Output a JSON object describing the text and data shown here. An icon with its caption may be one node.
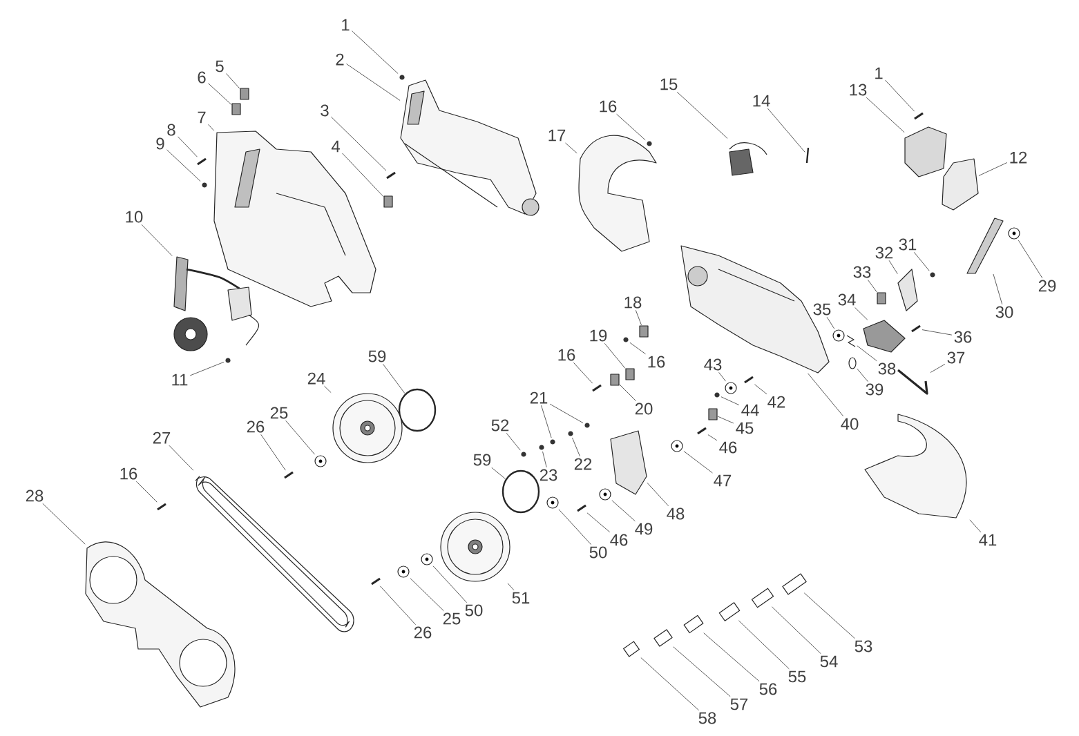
{
  "diagram": {
    "nodes": [
      {
        "text": [
          "1"
        ]
      },
      {
        "text": [
          "2"
        ]
      },
      {
        "text": [
          "5"
        ]
      },
      {
        "text": [
          "1"
        ]
      },
      {
        "text": [
          "6"
        ]
      },
      {
        "text": [
          "15"
        ]
      },
      {
        "text": [
          "13"
        ]
      },
      {
        "text": [
          "14"
        ]
      },
      {
        "text": [
          "16"
        ]
      },
      {
        "text": [
          "3"
        ]
      },
      {
        "text": [
          "7"
        ]
      },
      {
        "text": [
          "8"
        ]
      },
      {
        "text": [
          "17"
        ]
      },
      {
        "text": [
          "9"
        ]
      },
      {
        "text": [
          "4"
        ]
      },
      {
        "text": [
          "12"
        ]
      },
      {
        "text": [
          "10"
        ]
      },
      {
        "text": [
          "31"
        ]
      },
      {
        "text": [
          "32"
        ]
      },
      {
        "text": [
          "33"
        ]
      },
      {
        "text": [
          "29"
        ]
      },
      {
        "text": [
          "34"
        ]
      },
      {
        "text": [
          "18"
        ]
      },
      {
        "text": [
          "35"
        ]
      },
      {
        "text": [
          "30"
        ]
      },
      {
        "text": [
          "19"
        ]
      },
      {
        "text": [
          "36"
        ]
      },
      {
        "text": [
          "16"
        ]
      },
      {
        "text": [
          "59"
        ]
      },
      {
        "text": [
          "16"
        ]
      },
      {
        "text": [
          "37"
        ]
      },
      {
        "text": [
          "43"
        ]
      },
      {
        "text": [
          "38"
        ]
      },
      {
        "text": [
          "24"
        ]
      },
      {
        "text": [
          "11"
        ]
      },
      {
        "text": [
          "39"
        ]
      },
      {
        "text": [
          "21"
        ]
      },
      {
        "text": [
          "42"
        ]
      },
      {
        "text": [
          "20"
        ]
      },
      {
        "text": [
          "44"
        ]
      },
      {
        "text": [
          "25"
        ]
      },
      {
        "text": [
          "40"
        ]
      },
      {
        "text": [
          "52"
        ]
      },
      {
        "text": [
          "26"
        ]
      },
      {
        "text": [
          "45"
        ]
      },
      {
        "text": [
          "27"
        ]
      },
      {
        "text": [
          "46"
        ]
      },
      {
        "text": [
          "59"
        ]
      },
      {
        "text": [
          "22"
        ]
      },
      {
        "text": [
          "16"
        ]
      },
      {
        "text": [
          "23"
        ]
      },
      {
        "text": [
          "47"
        ]
      },
      {
        "text": [
          "28"
        ]
      },
      {
        "text": [
          "48"
        ]
      },
      {
        "text": [
          "49"
        ]
      },
      {
        "text": [
          "46"
        ]
      },
      {
        "text": [
          "41"
        ]
      },
      {
        "text": [
          "50"
        ]
      },
      {
        "text": [
          "51"
        ]
      },
      {
        "text": [
          "50"
        ]
      },
      {
        "text": [
          "25"
        ]
      },
      {
        "text": [
          "26"
        ]
      },
      {
        "text": [
          "53"
        ]
      },
      {
        "text": [
          "54"
        ]
      },
      {
        "text": [
          "55"
        ]
      },
      {
        "text": [
          "56"
        ]
      },
      {
        "text": [
          "57"
        ]
      },
      {
        "text": [
          "58"
        ]
      },
      {
        "text": [],
        "shape": "picture"
      },
      {
        "text": [],
        "shape": "picture"
      },
      {
        "text": [],
        "shape": "box"
      },
      {
        "text": [],
        "shape": "picture"
      },
      {
        "text": [],
        "shape": "box"
      },
      {
        "text": [],
        "shape": "picture"
      },
      {
        "text": [],
        "shape": "picture"
      },
      {
        "text": [],
        "shape": "picture"
      },
      {
        "text": [],
        "shape": "picture"
      },
      {
        "text": [],
        "shape": "picture"
      },
      {
        "text": [],
        "shape": "picture"
      },
      {
        "text": [],
        "shape": "picture"
      },
      {
        "text": [],
        "shape": "picture"
      },
      {
        "text": [],
        "shape": "picture"
      },
      {
        "text": [],
        "shape": "box"
      },
      {
        "text": [],
        "shape": "picture"
      },
      {
        "text": [],
        "shape": "picture"
      },
      {
        "text": [],
        "shape": "picture"
      },
      {
        "text": [],
        "shape": "picture"
      },
      {
        "text": [],
        "shape": "box"
      },
      {
        "text": [],
        "shape": "picture"
      },
      {
        "text": [],
        "shape": "picture"
      },
      {
        "text": [],
        "shape": "box"
      },
      {
        "text": [],
        "shape": "picture"
      },
      {
        "text": [],
        "shape": "picture"
      },
      {
        "text": [],
        "shape": "box"
      },
      {
        "text": [],
        "shape": "picture"
      },
      {
        "text": [],
        "shape": "picture"
      },
      {
        "text": [],
        "shape": "circle"
      },
      {
        "text": [],
        "shape": "picture"
      },
      {
        "text": [],
        "shape": "picture"
      },
      {
        "text": [],
        "shape": "picture"
      },
      {
        "text": [],
        "shape": "picture"
      },
      {
        "text": [],
        "shape": "picture"
      },
      {
        "text": [],
        "shape": "picture"
      },
      {
        "text": [],
        "shape": "picture"
      },
      {
        "text": [],
        "shape": "picture"
      },
      {
        "text": [],
        "shape": "picture"
      },
      {
        "text": [],
        "shape": "picture"
      },
      {
        "text": [],
        "shape": "box"
      },
      {
        "text": [],
        "shape": "picture"
      },
      {
        "text": [],
        "shape": "picture"
      },
      {
        "text": [],
        "shape": "picture"
      },
      {
        "text": [],
        "shape": "picture"
      },
      {
        "text": [],
        "shape": "box"
      },
      {
        "text": [],
        "shape": "picture"
      },
      {
        "text": [],
        "shape": "picture"
      },
      {
        "text": [],
        "shape": "circle"
      },
      {
        "text": [],
        "shape": "picture"
      },
      {
        "text": [],
        "shape": "picture"
      },
      {
        "text": [],
        "shape": "picture"
      },
      {
        "text": [],
        "shape": "picture"
      },
      {
        "text": [],
        "shape": "picture"
      },
      {
        "text": [],
        "shape": "picture"
      },
      {
        "text": [],
        "shape": "picture"
      },
      {
        "text": [],
        "shape": "picture"
      },
      {
        "text": [],
        "shape": "picture"
      },
      {
        "text": [],
        "shape": "picture"
      },
      {
        "text": [],
        "shape": "picture"
      },
      {
        "text": [],
        "shape": "picture"
      },
      {
        "text": [],
        "shape": "picture"
      },
      {
        "text": [],
        "shape": "picture"
      },
      {
        "text": [],
        "shape": "picture"
      },
      {
        "text": [],
        "shape": "picture"
      },
      {
        "text": [],
        "shape": "picture"
      },
      {
        "text": [],
        "shape": "picture"
      },
      {
        "text": [],
        "shape": "picture"
      },
      {
        "text": [],
        "shape": "picture"
      },
      {
        "text": [],
        "shape": "picture"
      }
    ],
    "edges": [
      {
        "from": 0,
        "to": 68,
        "arrow": "none"
      },
      {
        "from": 1,
        "to": 69,
        "arrow": "none"
      },
      {
        "from": 2,
        "to": 70,
        "arrow": "none"
      },
      {
        "from": 3,
        "to": 71,
        "arrow": "none"
      },
      {
        "from": 4,
        "to": 72,
        "arrow": "none"
      },
      {
        "from": 5,
        "to": 73,
        "arrow": "none"
      },
      {
        "from": 6,
        "to": 74,
        "arrow": "none"
      },
      {
        "from": 7,
        "to": 75,
        "arrow": "none"
      },
      {
        "from": 8,
        "to": 76,
        "arrow": "none"
      },
      {
        "from": 9,
        "to": 77,
        "arrow": "none"
      },
      {
        "from": 10,
        "to": 78,
        "arrow": "none"
      },
      {
        "from": 11,
        "to": 79,
        "arrow": "none"
      },
      {
        "from": 12,
        "to": 80,
        "arrow": "none"
      },
      {
        "from": 13,
        "to": 81,
        "arrow": "none"
      },
      {
        "from": 14,
        "to": 82,
        "arrow": "none"
      },
      {
        "from": 15,
        "to": 83,
        "arrow": "none"
      },
      {
        "from": 16,
        "to": 84,
        "arrow": "none"
      },
      {
        "from": 17,
        "to": 85,
        "arrow": "none"
      },
      {
        "from": 18,
        "to": 86,
        "arrow": "none"
      },
      {
        "from": 19,
        "to": 87,
        "arrow": "none"
      },
      {
        "from": 20,
        "to": 88,
        "arrow": "none"
      },
      {
        "from": 21,
        "to": 89,
        "arrow": "none"
      },
      {
        "from": 22,
        "to": 90,
        "arrow": "none"
      },
      {
        "from": 23,
        "to": 91,
        "arrow": "none"
      },
      {
        "from": 24,
        "to": 92,
        "arrow": "none"
      },
      {
        "from": 25,
        "to": 93,
        "arrow": "none"
      },
      {
        "from": 26,
        "to": 94,
        "arrow": "none"
      },
      {
        "from": 27,
        "to": 95,
        "arrow": "none"
      },
      {
        "from": 28,
        "to": 96,
        "arrow": "none"
      },
      {
        "from": 29,
        "to": 97,
        "arrow": "none"
      },
      {
        "from": 30,
        "to": 98,
        "arrow": "none"
      },
      {
        "from": 31,
        "to": 99,
        "arrow": "none"
      },
      {
        "from": 32,
        "to": 100,
        "arrow": "none"
      },
      {
        "from": 33,
        "to": 101,
        "arrow": "none"
      },
      {
        "from": 34,
        "to": 102,
        "arrow": "none"
      },
      {
        "from": 35,
        "to": 103,
        "arrow": "none"
      },
      {
        "from": 36,
        "to": 104,
        "arrow": "none"
      },
      {
        "from": 36,
        "to": 105,
        "arrow": "none"
      },
      {
        "from": 37,
        "to": 106,
        "arrow": "none"
      },
      {
        "from": 38,
        "to": 107,
        "arrow": "none"
      },
      {
        "from": 39,
        "to": 108,
        "arrow": "none"
      },
      {
        "from": 40,
        "to": 109,
        "arrow": "none"
      },
      {
        "from": 41,
        "to": 136,
        "arrow": "none"
      },
      {
        "from": 42,
        "to": 110,
        "arrow": "none"
      },
      {
        "from": 43,
        "to": 111,
        "arrow": "none"
      },
      {
        "from": 44,
        "to": 112,
        "arrow": "none"
      },
      {
        "from": 45,
        "to": 113,
        "arrow": "none"
      },
      {
        "from": 46,
        "to": 114,
        "arrow": "none"
      },
      {
        "from": 47,
        "to": 115,
        "arrow": "none"
      },
      {
        "from": 48,
        "to": 116,
        "arrow": "none"
      },
      {
        "from": 49,
        "to": 117,
        "arrow": "none"
      },
      {
        "from": 50,
        "to": 118,
        "arrow": "none"
      },
      {
        "from": 51,
        "to": 119,
        "arrow": "none"
      },
      {
        "from": 52,
        "to": 120,
        "arrow": "none"
      },
      {
        "from": 53,
        "to": 121,
        "arrow": "none"
      },
      {
        "from": 54,
        "to": 122,
        "arrow": "none"
      },
      {
        "from": 55,
        "to": 123,
        "arrow": "none"
      },
      {
        "from": 56,
        "to": 124,
        "arrow": "none"
      },
      {
        "from": 57,
        "to": 125,
        "arrow": "none"
      },
      {
        "from": 58,
        "to": 126,
        "arrow": "none"
      },
      {
        "from": 59,
        "to": 127,
        "arrow": "none"
      },
      {
        "from": 60,
        "to": 128,
        "arrow": "none"
      },
      {
        "from": 61,
        "to": 129,
        "arrow": "none"
      },
      {
        "from": 62,
        "to": 130,
        "arrow": "none"
      },
      {
        "from": 63,
        "to": 131,
        "arrow": "none"
      },
      {
        "from": 64,
        "to": 132,
        "arrow": "none"
      },
      {
        "from": 65,
        "to": 133,
        "arrow": "none"
      },
      {
        "from": 66,
        "to": 134,
        "arrow": "none"
      },
      {
        "from": 67,
        "to": 135,
        "arrow": "none"
      }
    ]
  }
}
